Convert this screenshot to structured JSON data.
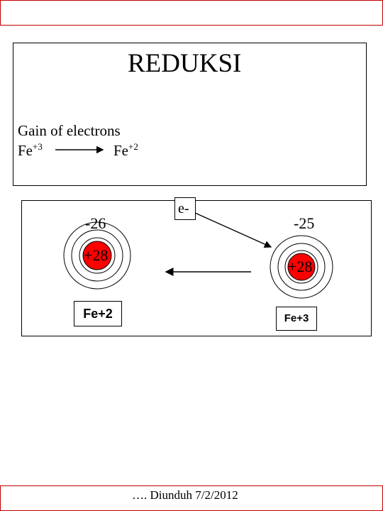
{
  "title": "REDUKSI",
  "gain_text": "Gain of electrons",
  "equation": {
    "left_species": "Fe",
    "left_charge": "+3",
    "right_species": "Fe",
    "right_charge": "+2"
  },
  "electron": {
    "label": "e-"
  },
  "left_atom": {
    "electron_charge": "-26",
    "nucleus_charge": "+28",
    "ion_label": "Fe+2"
  },
  "right_atom": {
    "electron_charge": "-25",
    "nucleus_charge": "+28",
    "ion_label": "Fe+3"
  },
  "footer": {
    "text": "…. Diunduh 7/2/2012"
  },
  "colors": {
    "frame_border": "#c00000",
    "nucleus": "#ff0000",
    "line": "#000000"
  }
}
